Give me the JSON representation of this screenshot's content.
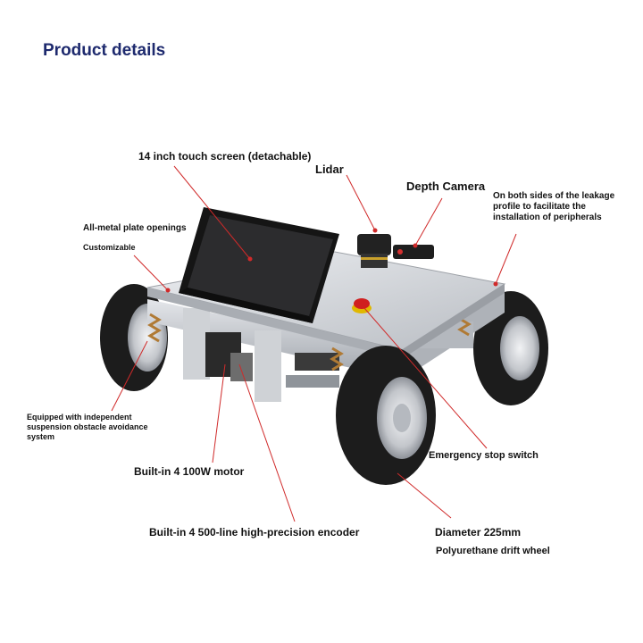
{
  "title": "Product details",
  "labels": {
    "touch_screen": "14 inch touch screen (detachable)",
    "lidar": "Lidar",
    "depth_camera": "Depth Camera",
    "leakage_profile": [
      "On both sides of the leakage",
      "profile to facilitate the",
      "installation of peripherals"
    ],
    "plate_openings": "All-metal plate openings",
    "customizable": "Customizable",
    "suspension": [
      "Equipped with independent",
      "suspension obstacle avoidance",
      "system"
    ],
    "emergency_stop": "Emergency stop switch",
    "motor": "Built-in 4 100W motor",
    "encoder": "Built-in 4 500-line high-precision encoder",
    "diameter": "Diameter 225mm",
    "wheel": "Polyurethane drift wheel"
  },
  "colors": {
    "title": "#1e2a6e",
    "leader_line": "#d02a2a",
    "frame": "#c9ccd1",
    "tire": "#1c1c1c",
    "screen": "#151515"
  }
}
